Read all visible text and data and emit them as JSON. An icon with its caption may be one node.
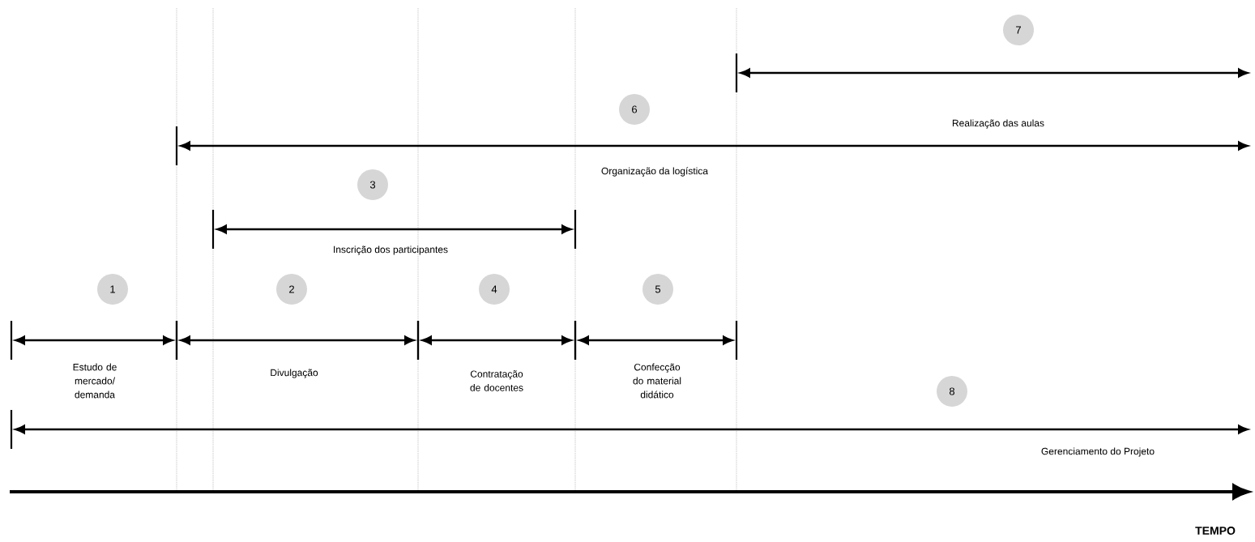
{
  "diagram": {
    "labels": [
      "7",
      "6",
      "Realização das aulas",
      "Organização da logística",
      "3",
      "Inscrição dos participantes",
      "1",
      "2",
      "4",
      "5",
      "Estudo de mercado/ demanda",
      "Divulgação",
      "Contratação de docentes",
      "Confecção do material didático",
      "8",
      "Gerenciamento do Projeto",
      "TEMPO"
    ]
  }
}
